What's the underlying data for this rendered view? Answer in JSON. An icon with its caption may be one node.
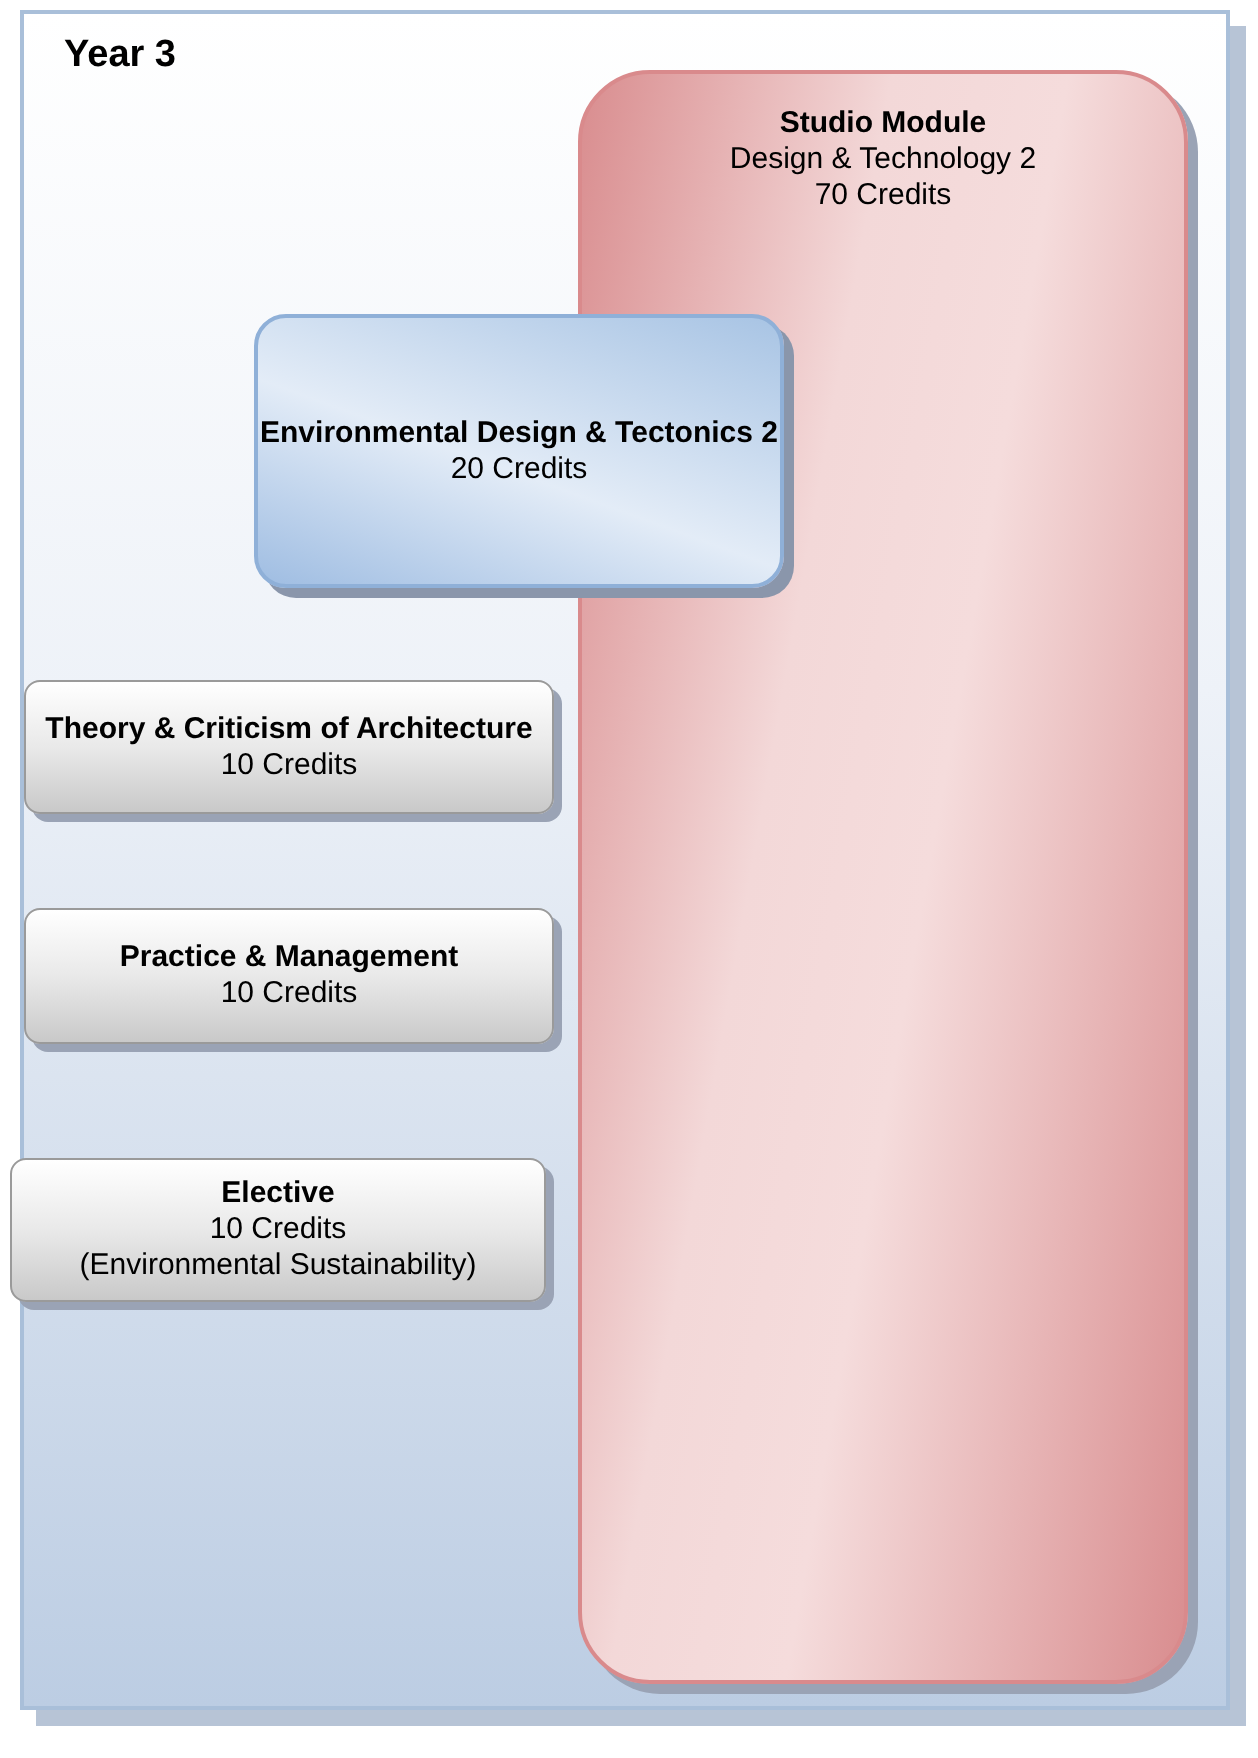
{
  "diagram": {
    "nodes": [
      {
        "text": [
          "Year 3"
        ]
      },
      {
        "text": [
          "Studio Module",
          "Design & Technology 2",
          "70 Credits"
        ],
        "in": 0
      },
      {
        "text": [
          "Environmental Design & Tectonics 2",
          "20 Credits"
        ],
        "in": 0
      },
      {
        "text": [
          "Theory & Criticism of Architecture",
          "10 Credits"
        ],
        "in": 0
      },
      {
        "text": [
          "Practice & Management",
          "10 Credits"
        ],
        "in": 0
      },
      {
        "text": [
          "Elective",
          "10 Credits",
          "(Environmental Sustainability)"
        ],
        "in": 0
      }
    ]
  }
}
